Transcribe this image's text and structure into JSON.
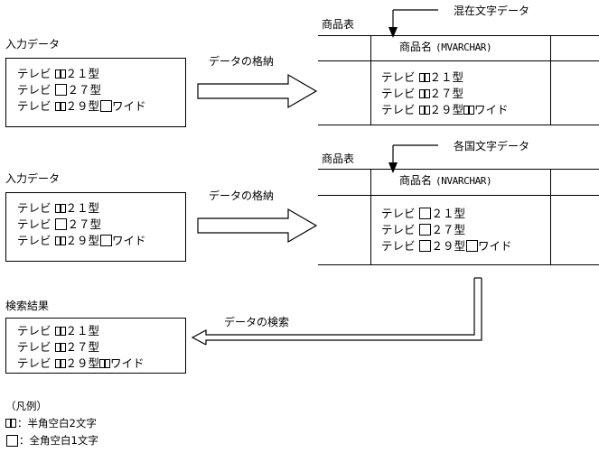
{
  "diagram": {
    "title_hint": "MVARCHAR vs NVARCHAR character data storage",
    "spaces": {
      "halfwidth_glyph": "□□",
      "fullwidth_glyph": "□"
    }
  },
  "section_mvarchar": {
    "input_label": "入力データ",
    "input_rows": [
      {
        "prefix": "テレビ",
        "space": "half",
        "suffix": "２１型",
        "tail": ""
      },
      {
        "prefix": "テレビ",
        "space": "full",
        "suffix": "２７型",
        "tail": ""
      },
      {
        "prefix": "テレビ",
        "space": "half",
        "suffix": "２９型",
        "tail": "ワイド",
        "tail_space": "full"
      }
    ],
    "arrow_label": "データの格納",
    "table_caption": "商品表",
    "column_header": "商品名（MVARCHAR）",
    "column_header_name": "商品名",
    "column_header_type": "(MVARCHAR)",
    "callout_label": "混在文字データ",
    "table_rows": [
      {
        "prefix": "テレビ",
        "space": "half",
        "suffix": "２１型",
        "tail": ""
      },
      {
        "prefix": "テレビ",
        "space": "half",
        "suffix": "２７型",
        "tail": ""
      },
      {
        "prefix": "テレビ",
        "space": "half",
        "suffix": "２９型",
        "tail": "ワイド",
        "tail_space": "half"
      }
    ]
  },
  "section_nvarchar": {
    "input_label": "入力データ",
    "input_rows": [
      {
        "prefix": "テレビ",
        "space": "half",
        "suffix": "２１型",
        "tail": ""
      },
      {
        "prefix": "テレビ",
        "space": "full",
        "suffix": "２７型",
        "tail": ""
      },
      {
        "prefix": "テレビ",
        "space": "half",
        "suffix": "２９型",
        "tail": "ワイド",
        "tail_space": "full"
      }
    ],
    "arrow_label": "データの格納",
    "table_caption": "商品表",
    "column_header": "商品名（NVARCHAR）",
    "column_header_name": "商品名",
    "column_header_type": "(NVARCHAR)",
    "callout_label": "各国文字データ",
    "table_rows": [
      {
        "prefix": "テレビ",
        "space": "full",
        "suffix": "２１型",
        "tail": ""
      },
      {
        "prefix": "テレビ",
        "space": "full",
        "suffix": "２７型",
        "tail": ""
      },
      {
        "prefix": "テレビ",
        "space": "full",
        "suffix": "２９型",
        "tail": "ワイド",
        "tail_space": "full"
      }
    ]
  },
  "section_result": {
    "result_label": "検索結果",
    "arrow_label": "データの検索",
    "result_rows": [
      {
        "prefix": "テレビ",
        "space": "half",
        "suffix": "２１型",
        "tail": ""
      },
      {
        "prefix": "テレビ",
        "space": "half",
        "suffix": "２７型",
        "tail": ""
      },
      {
        "prefix": "テレビ",
        "space": "half",
        "suffix": "２９型",
        "tail": "ワイド",
        "tail_space": "half"
      }
    ]
  },
  "legend": {
    "title": "（凡例）",
    "items": [
      {
        "glyph": "half",
        "text": "半角空白2文字"
      },
      {
        "glyph": "full",
        "text": "全角空白1文字"
      }
    ]
  },
  "colors": {
    "stroke": "#000000",
    "background": "#ffffff"
  }
}
